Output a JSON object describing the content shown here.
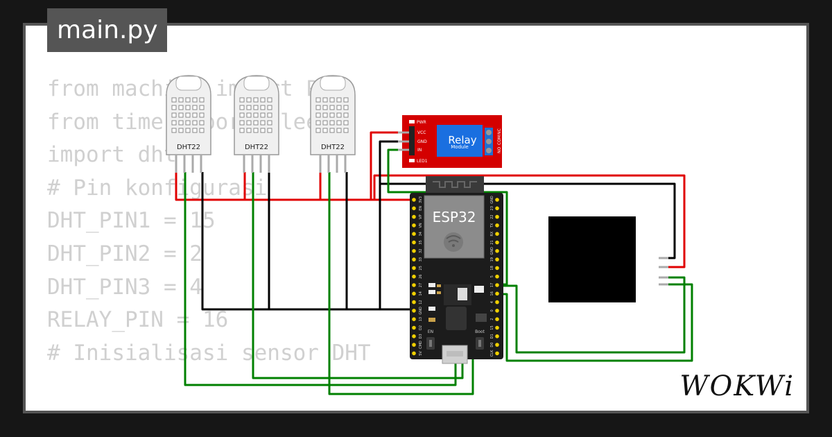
{
  "file_tab": {
    "label": "main.py"
  },
  "code_lines": [
    "from machine import Pin",
    "from time import sleep",
    "import dht",
    "",
    "# Pin konfigurasi",
    "DHT_PIN1 = 15",
    "DHT_PIN2 = 2",
    "DHT_PIN3 = 4",
    "RELAY_PIN = 16",
    "",
    "# Inisialisasi sensor DHT"
  ],
  "components": {
    "sensors": [
      {
        "label": "DHT22"
      },
      {
        "label": "DHT22"
      },
      {
        "label": "DHT22"
      }
    ],
    "relay": {
      "title": "Relay",
      "subtitle": "Module",
      "pin_labels": [
        "VCC",
        "GND",
        "IN"
      ],
      "pwr_label": "PWR",
      "led_label": "LED1",
      "terminal_labels": [
        "NO",
        "COM",
        "NC"
      ]
    },
    "esp32": {
      "label": "ESP32",
      "left_pins": [
        "3V3",
        "EN",
        "VP",
        "VN",
        "34",
        "35",
        "32",
        "33",
        "25",
        "26",
        "27",
        "14",
        "12",
        "GND",
        "13",
        "D2",
        "D3",
        "CMD",
        "5V"
      ],
      "right_pins": [
        "GND",
        "23",
        "22",
        "TX",
        "RX",
        "21",
        "GND",
        "19",
        "18",
        "5",
        "17",
        "16",
        "4",
        "0",
        "2",
        "15",
        "D1",
        "D0",
        "CLK"
      ],
      "en_button": "EN",
      "boot_button": "Boot"
    },
    "display": {
      "label": ""
    }
  },
  "brand": {
    "logo": "WOKWi"
  },
  "colors": {
    "background": "#161616",
    "frame": "#555555",
    "code_text": "#d0d0d0",
    "wire_red": "#e00000",
    "wire_green": "#008000",
    "wire_black": "#000000",
    "relay_board": "#d40000",
    "relay_blue": "#1a6fe0",
    "esp_board": "#1c1c1c",
    "pin_gold": "#f0d000"
  }
}
